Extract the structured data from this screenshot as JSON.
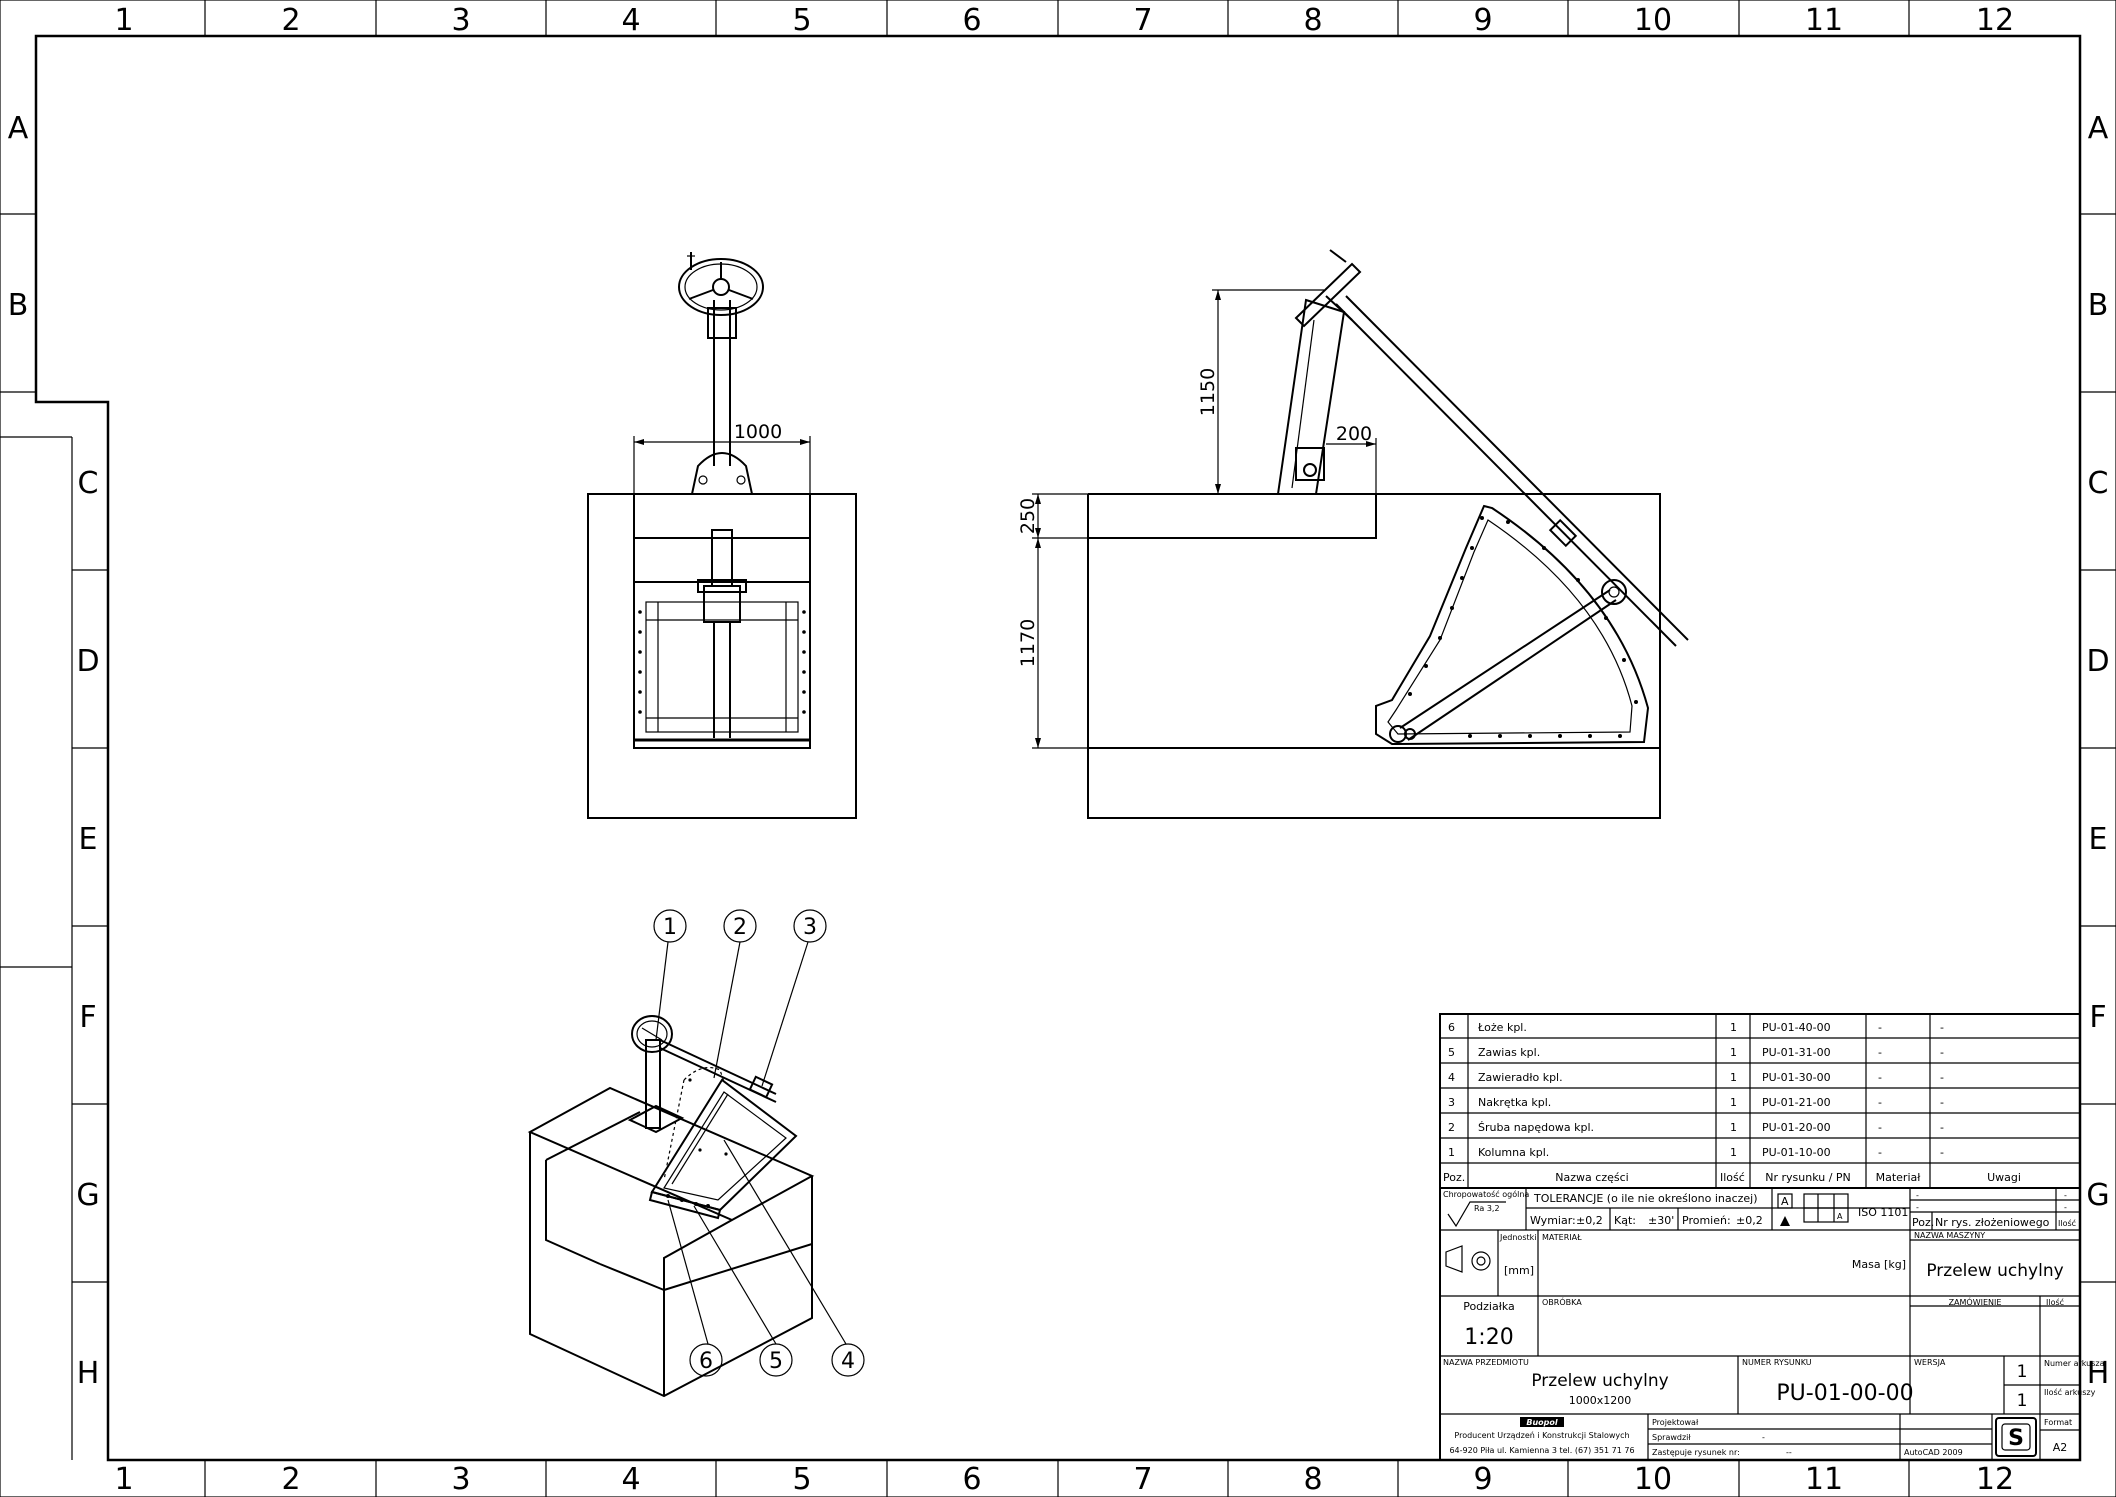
{
  "frame": {
    "columns": [
      "1",
      "2",
      "3",
      "4",
      "5",
      "6",
      "7",
      "8",
      "9",
      "10",
      "11",
      "12"
    ],
    "rows": [
      "A",
      "B",
      "C",
      "D",
      "E",
      "F",
      "G",
      "H"
    ]
  },
  "dimensions": {
    "front_width": "1000",
    "side_height_top": "1150",
    "side_offset": "200",
    "side_250": "250",
    "side_1170": "1170"
  },
  "balloons": [
    "1",
    "2",
    "3",
    "4",
    "5",
    "6"
  ],
  "parts_list": {
    "rows": [
      {
        "poz": "6",
        "name": "Łoże kpl.",
        "qty": "1",
        "drawing": "PU-01-40-00",
        "material": "-",
        "notes": "-"
      },
      {
        "poz": "5",
        "name": "Zawias kpl.",
        "qty": "1",
        "drawing": "PU-01-31-00",
        "material": "-",
        "notes": "-"
      },
      {
        "poz": "4",
        "name": "Zawieradło kpl.",
        "qty": "1",
        "drawing": "PU-01-30-00",
        "material": "-",
        "notes": "-"
      },
      {
        "poz": "3",
        "name": "Nakrętka kpl.",
        "qty": "1",
        "drawing": "PU-01-21-00",
        "material": "-",
        "notes": "-"
      },
      {
        "poz": "2",
        "name": "Śruba napędowa kpl.",
        "qty": "1",
        "drawing": "PU-01-20-00",
        "material": "-",
        "notes": "-"
      },
      {
        "poz": "1",
        "name": "Kolumna kpl.",
        "qty": "1",
        "drawing": "PU-01-10-00",
        "material": "-",
        "notes": "-"
      }
    ],
    "headers": {
      "poz": "Poz.",
      "name": "Nazwa części",
      "qty": "Ilość",
      "drawing": "Nr rysunku / PN",
      "material": "Materiał",
      "notes": "Uwagi"
    }
  },
  "title_block": {
    "roughness_label": "Chropowatość ogólna",
    "roughness_value": "Ra 3,2",
    "tolerance_title": "TOLERANCJE (o ile nie określono inaczej)",
    "tol_dim_label": "Wymiar:",
    "tol_dim": "±0,2",
    "tol_angle_label": "Kąt:",
    "tol_angle": "±30'",
    "tol_radius_label": "Promień:",
    "tol_radius": "±0,2",
    "iso": "ISO 1101",
    "datum": "A",
    "asm_dash1": "-",
    "asm_dash2": "-",
    "asm_poz": "Poz.",
    "asm_drawing": "Nr rys. złożeniowego",
    "asm_qty": "Ilość",
    "units_label": "Jednostki",
    "units": "[mm]",
    "material_label": "MATERIAŁ",
    "mass_label": "Masa [kg]",
    "machine_label": "NAZWA MASZYNY",
    "machine": "Przelew uchylny",
    "scale_label": "Podziałka",
    "scale": "1:20",
    "treatment_label": "OBRÓBKA",
    "order_label": "ZAMÓWIENIE",
    "order_qty_label": "Ilość",
    "part_name_label": "NAZWA PRZEDMIOTU",
    "part_name": "Przelew uchylny",
    "part_size": "1000x1200",
    "drawing_no_label": "NUMER RYSUNKU",
    "drawing_no": "PU-01-00-00",
    "version_label": "WERSJA",
    "version": "1",
    "sheet_no_label": "Numer arkusza",
    "sheet_no": "1",
    "sheet_count_label": "Ilość arkuszy",
    "sheet_count": "1",
    "company_logo": "Buopol",
    "company_desc": "Producent Urządzeń i Konstrukcji Stalowych",
    "company_addr": "64-920 Piła ul. Kamienna 3   tel. (67) 351 71 76",
    "designed_label": "Projektował",
    "checked_label": "Sprawdził",
    "checked_value": "-",
    "replaces_label": "Zastępuje rysunek nr:",
    "replaces_value": "--",
    "software": "AutoCAD 2009",
    "format_label": "Format",
    "format": "A2"
  }
}
